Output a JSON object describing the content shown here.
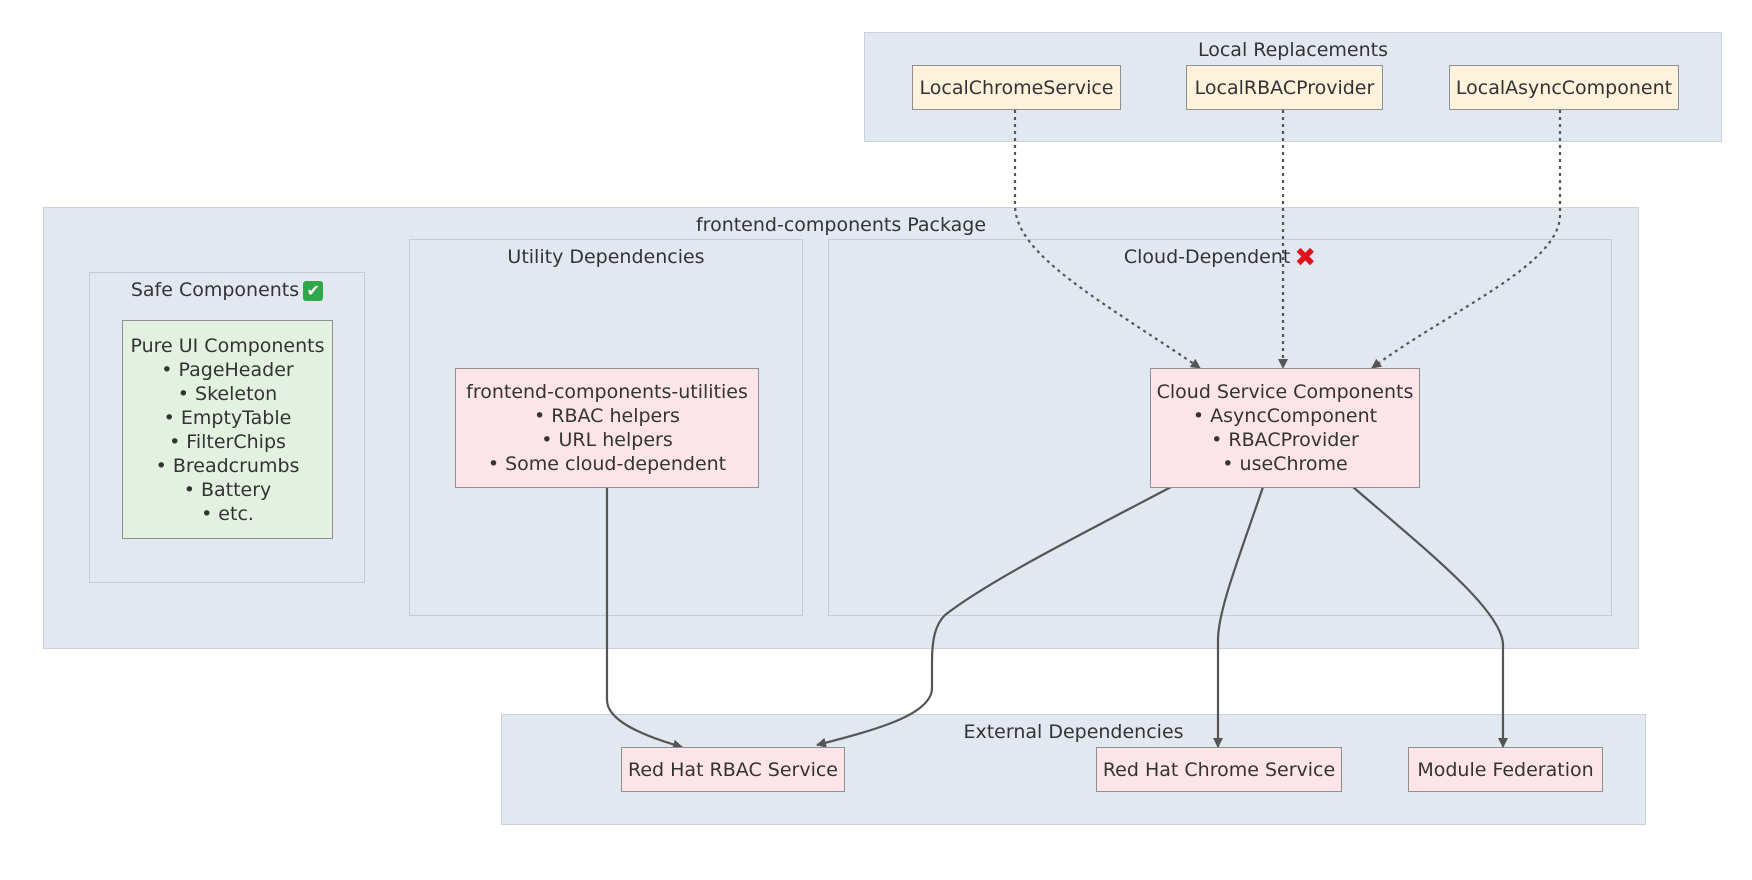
{
  "clusters": {
    "local_replacements": {
      "title": "Local Replacements"
    },
    "package": {
      "title": "frontend-components Package"
    },
    "safe": {
      "title": "Safe Components",
      "badge": "✔"
    },
    "utility": {
      "title": "Utility Dependencies"
    },
    "cloud": {
      "title": "Cloud-Dependent",
      "badge": "✖"
    },
    "external": {
      "title": "External Dependencies"
    }
  },
  "nodes": {
    "local_chrome": {
      "label": "LocalChromeService"
    },
    "local_rbac": {
      "label": "LocalRBACProvider"
    },
    "local_async": {
      "label": "LocalAsyncComponent"
    },
    "pure_ui": {
      "lines": [
        "Pure UI Components",
        "• PageHeader",
        "• Skeleton",
        "• EmptyTable",
        "• FilterChips",
        "• Breadcrumbs",
        "• Battery",
        "• etc."
      ]
    },
    "utilities": {
      "lines": [
        "frontend-components-utilities",
        "• RBAC helpers",
        "• URL helpers",
        "• Some cloud-dependent"
      ]
    },
    "cloud_service": {
      "lines": [
        "Cloud Service Components",
        "• AsyncComponent",
        "• RBACProvider",
        "• useChrome"
      ]
    },
    "rh_rbac": {
      "label": "Red Hat RBAC Service"
    },
    "rh_chrome": {
      "label": "Red Hat Chrome Service"
    },
    "module_fed": {
      "label": "Module Federation"
    }
  },
  "edges": [
    {
      "from": "local_chrome",
      "to": "cloud_service",
      "style": "dotted"
    },
    {
      "from": "local_rbac",
      "to": "cloud_service",
      "style": "dotted"
    },
    {
      "from": "local_async",
      "to": "cloud_service",
      "style": "dotted"
    },
    {
      "from": "utilities",
      "to": "rh_rbac",
      "style": "solid"
    },
    {
      "from": "cloud_service",
      "to": "rh_rbac",
      "style": "solid"
    },
    {
      "from": "cloud_service",
      "to": "rh_chrome",
      "style": "solid"
    },
    {
      "from": "cloud_service",
      "to": "module_fed",
      "style": "solid"
    }
  ],
  "colors": {
    "cluster_bg": "#e2e8f0",
    "replacement_node": "#fff2dc",
    "cloud_node": "#fde4e8",
    "safe_node": "#e3f1e1",
    "edge": "#555555"
  }
}
